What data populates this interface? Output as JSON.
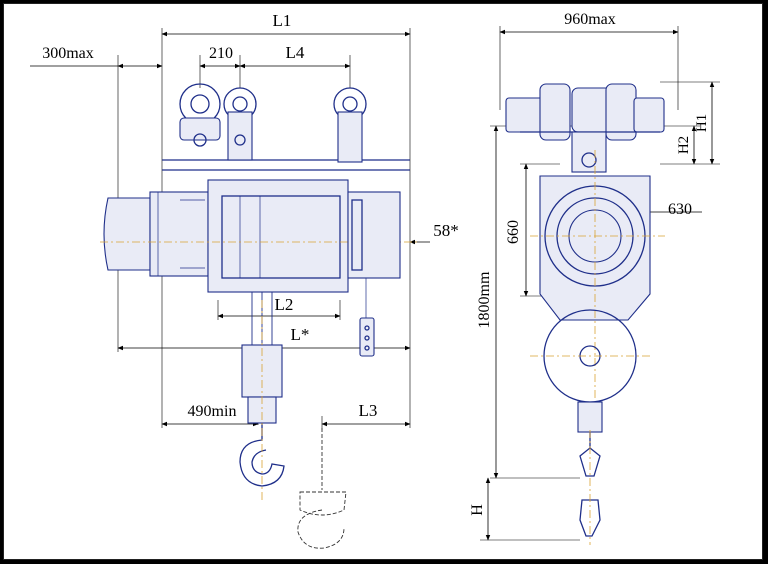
{
  "dimensions": {
    "L1": "L1",
    "max_300": "300max",
    "d210": "210",
    "L4": "L4",
    "d58": "58*",
    "L2": "L2",
    "Lstar": "L*",
    "min_490": "490min",
    "L3": "L3",
    "max_960": "960max",
    "d630": "630",
    "H1": "H1",
    "H2": "H2",
    "d660": "660",
    "mm_1800": "1800mm",
    "H": "H"
  }
}
